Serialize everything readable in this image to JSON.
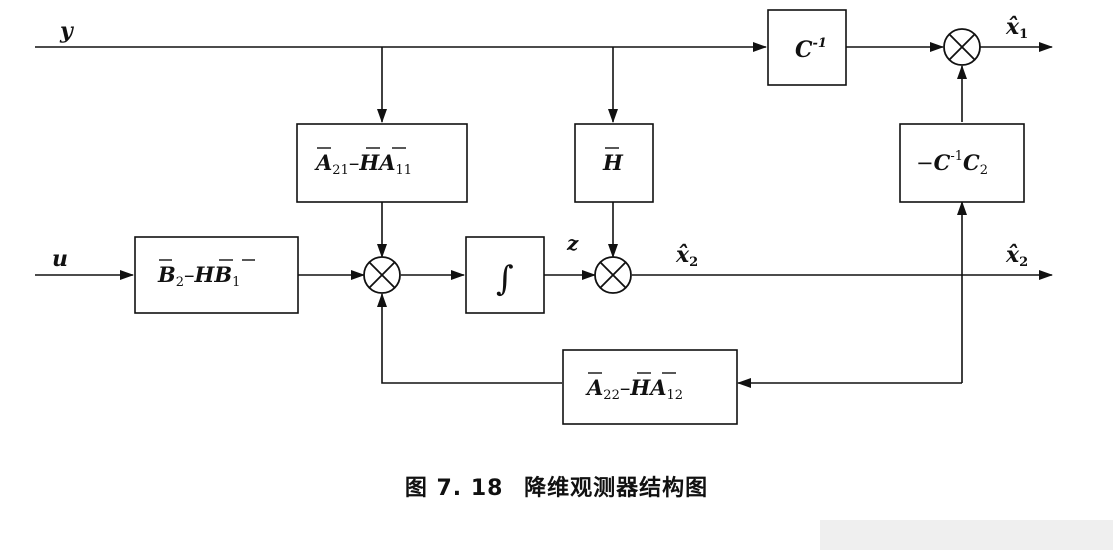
{
  "signals": {
    "y": "y",
    "u": "u",
    "z": "z",
    "x1_hat": "x̂",
    "x1_sub": "1",
    "x2_hat_mid": "x̂",
    "x2_sub_mid": "2",
    "x2_hat_out": "x̂",
    "x2_sub_out": "2"
  },
  "blocks": {
    "c_inverse": {
      "base": "C",
      "sup": "-1"
    },
    "a21_block": {
      "a": "A",
      "a_sub": "21",
      "minus": "–",
      "h": "H",
      "a2": "A",
      "a2_sub": "11"
    },
    "h_block": {
      "h": "H"
    },
    "b_block": {
      "b": "B",
      "b_sub": "2",
      "minus": "–",
      "h": "H",
      "b2": "B",
      "b2_sub": "1"
    },
    "integrator": {
      "symbol": "∫"
    },
    "c_block": {
      "minus": "−",
      "c": "C",
      "sup": "-1",
      "c2": "C",
      "c2_sub": "2"
    },
    "a22_block": {
      "a": "A",
      "a_sub": "22",
      "minus": "–",
      "h": "H",
      "a2": "A",
      "a2_sub": "12"
    }
  },
  "caption": {
    "figure_number": "图 7. 18",
    "title": "降维观测器结构图"
  }
}
